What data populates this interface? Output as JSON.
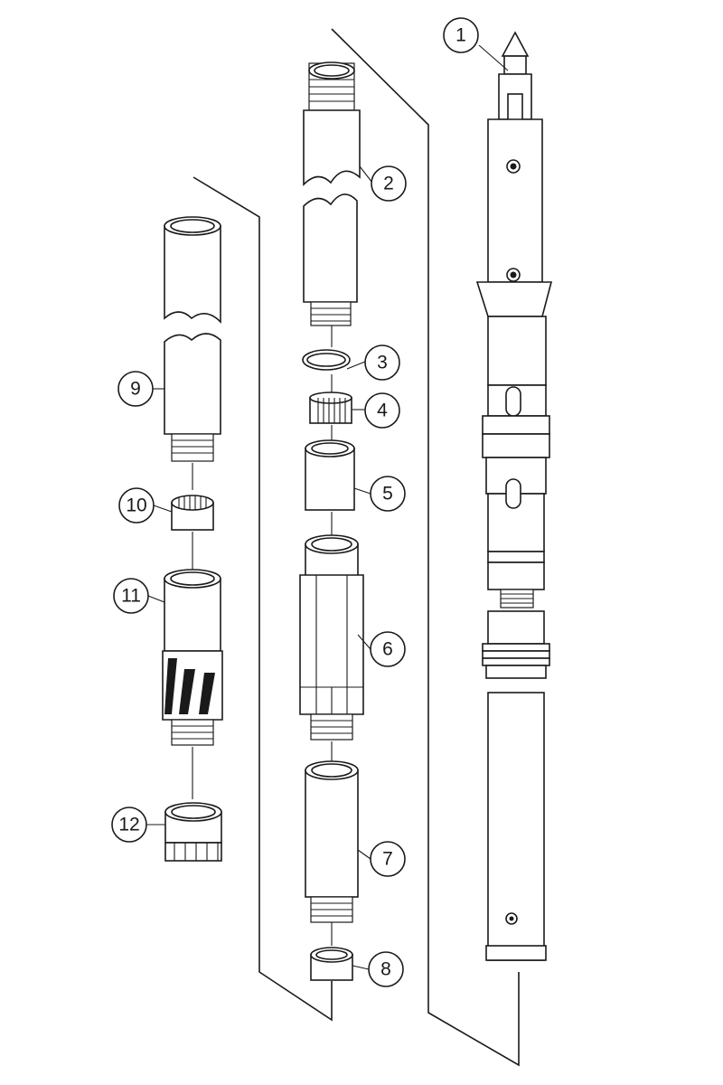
{
  "callouts": [
    {
      "label": "1"
    },
    {
      "label": "2"
    },
    {
      "label": "3"
    },
    {
      "label": "4"
    },
    {
      "label": "5"
    },
    {
      "label": "6"
    },
    {
      "label": "7"
    },
    {
      "label": "8"
    },
    {
      "label": "9"
    },
    {
      "label": "10"
    },
    {
      "label": "11"
    },
    {
      "label": "12"
    }
  ],
  "colors": {
    "ink": "#1a1a1a",
    "paper": "#ffffff"
  }
}
